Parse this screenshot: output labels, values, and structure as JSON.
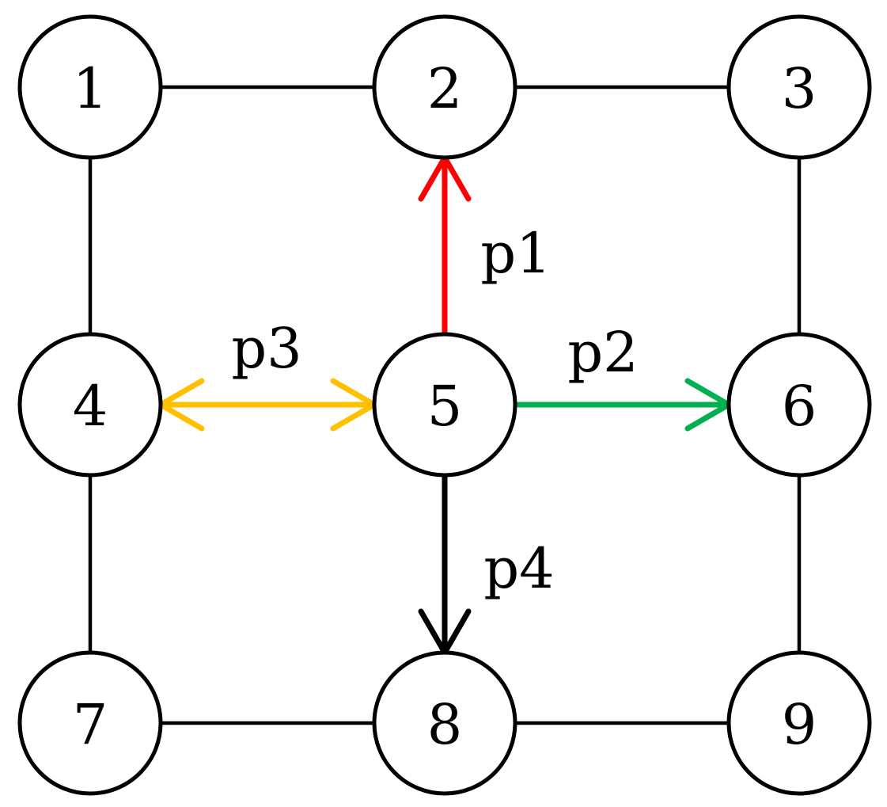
{
  "nodes": [
    {
      "id": "1",
      "label": "1"
    },
    {
      "id": "2",
      "label": "2"
    },
    {
      "id": "3",
      "label": "3"
    },
    {
      "id": "4",
      "label": "4"
    },
    {
      "id": "5",
      "label": "5"
    },
    {
      "id": "6",
      "label": "6"
    },
    {
      "id": "7",
      "label": "7"
    },
    {
      "id": "8",
      "label": "8"
    },
    {
      "id": "9",
      "label": "9"
    }
  ],
  "edges": [
    {
      "from": "1",
      "to": "2"
    },
    {
      "from": "2",
      "to": "3"
    },
    {
      "from": "1",
      "to": "4"
    },
    {
      "from": "3",
      "to": "6"
    },
    {
      "from": "4",
      "to": "7"
    },
    {
      "from": "6",
      "to": "9"
    },
    {
      "from": "7",
      "to": "8"
    },
    {
      "from": "8",
      "to": "9"
    }
  ],
  "paths": [
    {
      "label": "p1",
      "from": "5",
      "to": "2",
      "direction": "forward",
      "color": "#ff0000"
    },
    {
      "label": "p2",
      "from": "5",
      "to": "6",
      "direction": "forward",
      "color": "#00b050"
    },
    {
      "label": "p3",
      "from": "4",
      "to": "5",
      "direction": "both",
      "color": "#ffc000"
    },
    {
      "label": "p4",
      "from": "5",
      "to": "8",
      "direction": "forward",
      "color": "#000000"
    }
  ]
}
